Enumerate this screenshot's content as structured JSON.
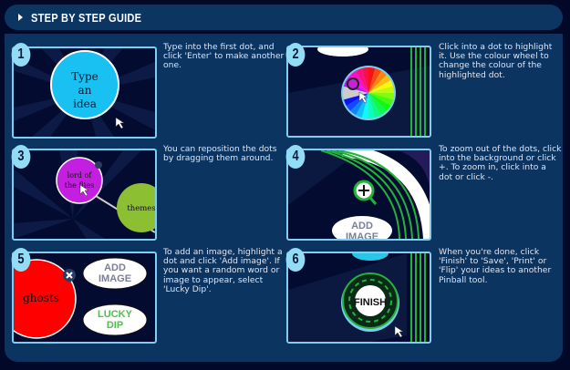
{
  "header": {
    "title": "STEP BY STEP GUIDE",
    "icon": "triangle-right-icon"
  },
  "steps": [
    {
      "number": "1",
      "text": "Type into the first dot, and click 'Enter' to make another one.",
      "thumb": {
        "dot_text": [
          "Type",
          "an",
          "idea"
        ],
        "dot_color": "#19c1f2"
      }
    },
    {
      "number": "2",
      "text": "Click into a dot to highlight it. Use the colour wheel to change the colour of the highlighted dot.",
      "thumb": {
        "selected_color": "#c623d8"
      }
    },
    {
      "number": "3",
      "text": "You can reposition the dots by dragging them around.",
      "thumb": {
        "dot1_text": [
          "lord of",
          "the flies"
        ],
        "dot1_color": "#c41fe0",
        "dot2_text": "themes",
        "dot2_color": "#8dbf33"
      }
    },
    {
      "number": "4",
      "text": "To zoom out of the dots, click into the background or click +. To zoom in, click into a dot or click -.",
      "thumb": {
        "button_text": [
          "ADD",
          "IMAGE"
        ]
      }
    },
    {
      "number": "5",
      "text": "To add an image, highlight a dot and click 'Add image'. If you want a random word or image to appear, select 'Lucky Dip'.",
      "thumb": {
        "dot_text": "ghosts",
        "dot_color": "#ff0000",
        "add_image": [
          "ADD",
          "IMAGE"
        ],
        "lucky_dip": [
          "LUCKY",
          "DIP"
        ]
      }
    },
    {
      "number": "6",
      "text": "When you're done, click 'Finish' to 'Save', 'Print' or 'Flip' your ideas to another Pinball tool.",
      "thumb": {
        "button_text": "FINISH"
      }
    }
  ]
}
